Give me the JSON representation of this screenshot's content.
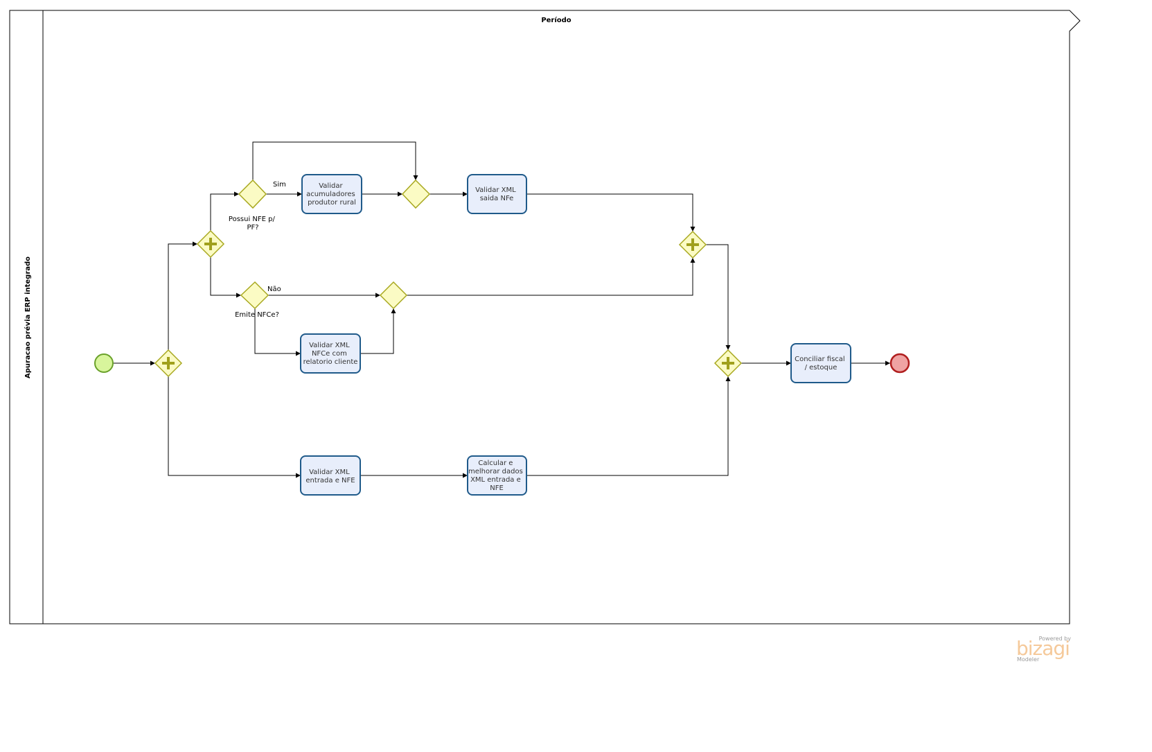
{
  "pool": {
    "title": "Apuracao prévia ERP integrado"
  },
  "lane": {
    "title": "Período"
  },
  "tasks": [
    {
      "id": "t_acum",
      "lines": [
        "Validar",
        "acumuladores",
        "produtor rural"
      ]
    },
    {
      "id": "t_saida",
      "lines": [
        "Validar XML",
        "saida NFe"
      ]
    },
    {
      "id": "t_nfce",
      "lines": [
        "Validar XML",
        "NFCe com",
        "relatorio cliente"
      ]
    },
    {
      "id": "t_entrada",
      "lines": [
        "Validar XML",
        "entrada e NFE"
      ]
    },
    {
      "id": "t_calc",
      "lines": [
        "Calcular e",
        "melhorar dados",
        "XML entrada e",
        "NFE"
      ]
    },
    {
      "id": "t_conc",
      "lines": [
        "Conciliar fiscal",
        "/ estoque"
      ]
    }
  ],
  "gateways": [
    {
      "id": "g_nfe_pf",
      "kind": "exclusive",
      "label_lines": [
        "Possui NFE p/",
        "PF?"
      ]
    },
    {
      "id": "g_nfce",
      "kind": "exclusive",
      "label_lines": [
        "Emite NFCe?"
      ]
    }
  ],
  "flow_labels": {
    "sim": "Sim",
    "nao": "Não"
  },
  "colors": {
    "task_fill": "#e8eefb",
    "task_stroke": "#1f5a8a",
    "gateway_fill": "#fbfbc4",
    "gateway_stroke": "#a8a81f",
    "gateway_marker": "#a0a01c",
    "start_fill": "#d8f59c",
    "start_stroke": "#6aa12a",
    "end_fill": "#efa3a3",
    "end_stroke": "#b01e1e",
    "line": "#000000"
  },
  "watermark": {
    "powered": "Powered by",
    "logo": "bizagi",
    "product": "Modeler"
  }
}
